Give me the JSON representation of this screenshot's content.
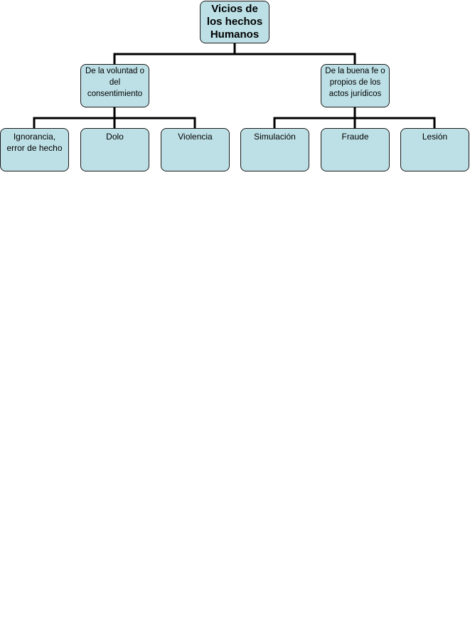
{
  "diagram": {
    "root": {
      "label": "Vicios de\nlos hechos\nHumanos"
    },
    "branches": [
      {
        "label": "De la voluntad o\ndel\nconsentimiento",
        "children": [
          {
            "label": "Ignorancia,\nerror de hecho"
          },
          {
            "label": "Dolo"
          },
          {
            "label": "Violencia"
          }
        ]
      },
      {
        "label": "De la buena fe o\npropios de los\nactos jurídicos",
        "children": [
          {
            "label": "Simulación"
          },
          {
            "label": "Fraude"
          },
          {
            "label": "Lesión"
          }
        ]
      }
    ],
    "colors": {
      "node_fill": "#bde0e6",
      "node_border": "#1a1a1a",
      "connector": "#000000"
    }
  }
}
